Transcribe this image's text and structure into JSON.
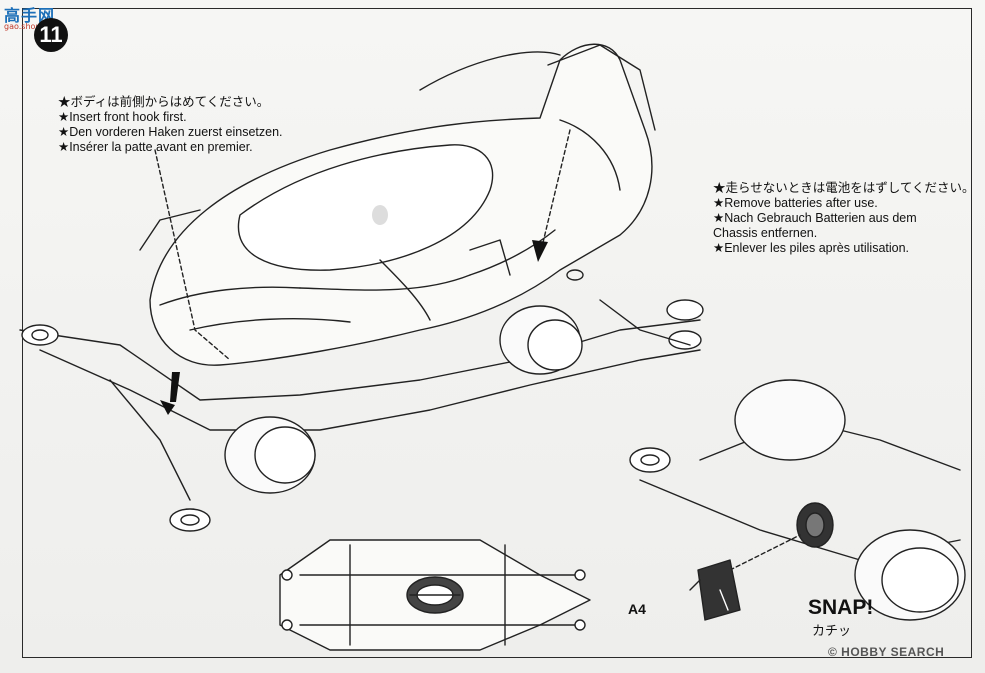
{
  "site_logo": {
    "main": "高手网",
    "sub": "gao.shou.com"
  },
  "step": {
    "number": "11"
  },
  "notes": {
    "front_hook": [
      "★ボディは前側からはめてください。",
      "★Insert front hook first.",
      "★Den vorderen Haken zuerst einsetzen.",
      "★Insérer la patte avant en premier."
    ],
    "batteries": [
      "★走らせないときは電池をはずしてください。",
      "★Remove batteries after use.",
      "★Nach Gebrauch Batterien aus dem",
      "Chassis entfernen.",
      "★Enlever les piles après utilisation."
    ]
  },
  "callouts": {
    "snap": "SNAP!",
    "snap_jp": "カチッ",
    "part": "A4"
  },
  "watermark": "© HOBBY SEARCH",
  "colors": {
    "ink": "#111111",
    "paper": "#f3f3f1",
    "logo_blue": "#1c6fb8",
    "logo_red": "#c0392b"
  },
  "icons": [
    "arrow-down-icon",
    "dashed-arrow-icon",
    "wheel-icon",
    "gear-icon"
  ]
}
